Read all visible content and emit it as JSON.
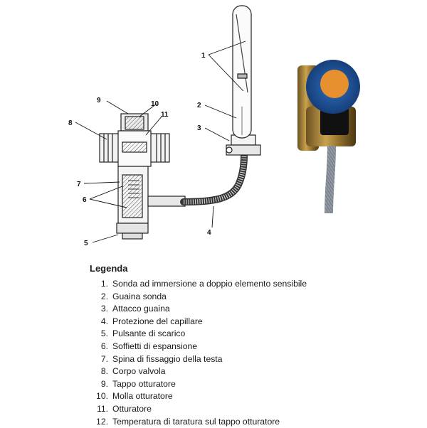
{
  "diagram": {
    "callouts": [
      "1",
      "2",
      "3",
      "4",
      "5",
      "6",
      "7",
      "8",
      "9",
      "10",
      "11"
    ]
  },
  "legend": {
    "title": "Legenda",
    "items": [
      {
        "num": "1.",
        "text": "Sonda ad immersione a doppio elemento sensibile"
      },
      {
        "num": "2.",
        "text": "Guaina sonda"
      },
      {
        "num": "3.",
        "text": "Attacco guaina"
      },
      {
        "num": "4.",
        "text": "Protezione del capillare"
      },
      {
        "num": "5.",
        "text": "Pulsante di scarico"
      },
      {
        "num": "6.",
        "text": "Soffietti di espansione"
      },
      {
        "num": "7.",
        "text": "Spina di fissaggio della testa"
      },
      {
        "num": "8.",
        "text": "Corpo valvola"
      },
      {
        "num": "9.",
        "text": "Tappo otturatore"
      },
      {
        "num": "10.",
        "text": "Molla otturatore"
      },
      {
        "num": "11.",
        "text": "Otturatore"
      },
      {
        "num": "12.",
        "text": "Temperatura di taratura sul tappo otturatore"
      }
    ]
  }
}
